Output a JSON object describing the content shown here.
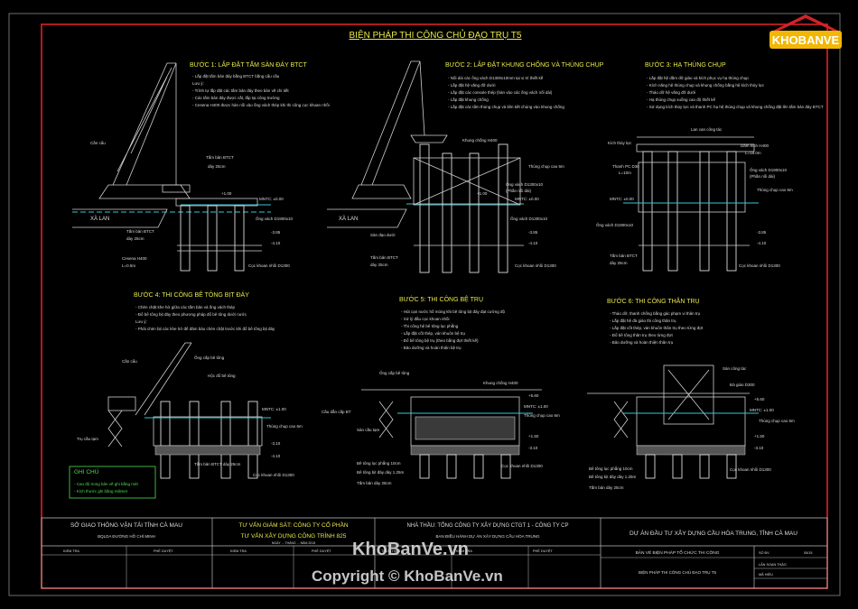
{
  "drawing": {
    "title": "BIỆN PHÁP THI CÔNG CHỦ ĐẠO TRỤ T5",
    "steps": [
      {
        "title": "BƯỚC 1: LẮP ĐẶT TẤM SÀN ĐÁY BTCT",
        "notes": [
          "- Lắp đặt tấm bản đáy bằng BTCT bằng cẩu cầu",
          "Lưu ý:",
          "- Trình tự lắp đặt các tấm bản đáy theo bản vẽ chi tiết",
          "- Các tấm bản đáy được cắt, lắp tại công trường",
          "- Cesena H400 được hàn nối vào ống vách thép khi thi công cọc khoan nhồi"
        ],
        "labels": [
          "Cần cẩu",
          "Tấm bản BTCT",
          "dày 25cm",
          "XÀ LAN",
          "Tấm bản BTCT",
          "dày 25cm",
          "Cesena H400",
          "L=0.5m",
          "Ống vách D1900x10",
          "MNTC: ±0.00",
          "Cọc khoan nhồi D1300",
          "+1.00",
          "-3.85",
          "-4.10"
        ]
      },
      {
        "title": "BƯỚC 2: LẮP ĐẶT KHUNG CHỐNG VÀ THÙNG CHỤP",
        "notes": [
          "- Nối dài các ống vách D1300x10mm tại vị trí thiết kế",
          "- Lắp đặt hệ văng đỡ dưới",
          "- Lắp đặt các console thép (hàn vào các ống vách nối dài)",
          "- Lắp đặt khung chống",
          "- Lắp đặt các tấm thùng chụp và liên kết chúng vào khung chống"
        ],
        "labels": [
          "Khung chống H400",
          "Thùng chụp cao 6m",
          "Ống vách D1300x10",
          "(Phần nối dài)",
          "Ống vách D1300x10",
          "Sàn đạo dưới",
          "Tấm bản BTCT",
          "dày 25cm",
          "Cọc khoan nhồi D1300",
          "XÀ LAN",
          "MNTC: ±0.00",
          "+1.00",
          "-3.85",
          "-4.10"
        ]
      },
      {
        "title": "BƯỚC 3: HẠ THÙNG CHỤP",
        "notes": [
          "- Lắp đặt hệ dầm đỡ giáo và kích phục vụ hạ thùng chụp",
          "- Kích năng hệ thùng chụp và khung chống bằng hệ kích thủy lực",
          "- Tháo dỡ hệ văng đỡ dưới",
          "- Hạ thùng chụp xuống cao độ thiết kế",
          "- Sử dụng kích thủy lực và thanh PC hạ hệ thùng chụp và khung chống đặt lên tấm bản đáy BTCT"
        ],
        "labels": [
          "Kích thủy lực",
          "Lan can công tác",
          "Dầm kích H400",
          "L=18.0m",
          "Thanh PC D36",
          "L=10m",
          "Ống vách D1900x10",
          "(Phần nối dài)",
          "Thùng chụp cao 6m",
          "Ống vách D1900x10",
          "Tấm bản BTCT",
          "dày 25cm",
          "Cọc khoan nhồi D1300",
          "MNTC: ±0.00",
          "-3.85",
          "-4.10"
        ]
      },
      {
        "title": "BƯỚC 4: THI CÔNG BÊ TÔNG BỊT ĐÁY",
        "notes": [
          "- Chèn chặt khe hở giữa các tấm bản và ống vách thép",
          "- Đổ bê tông bịt đáy theo phương pháp đổ bê tông dưới nước",
          "Lưu ý:",
          "- Phải chèn bịt các khe hở để đảm bảo chèn chặt trước khi đổ bê tông bịt đáy"
        ],
        "labels": [
          "Cần cẩu",
          "Ống cấp bê tông",
          "Hộc đổ bê tông",
          "MNTC: ±1.00",
          "Thùng chụp cao 6m",
          "Trụ cầu tạm",
          "Tấm bản BTCT dày 25cm",
          "Cọc khoan nhồi D1300",
          "-3.10",
          "-4.10"
        ]
      },
      {
        "title": "BƯỚC 5: THI CÔNG BỆ TRỤ",
        "notes": [
          "- Hút cạn nước hố móng khi bê tông bịt đáy đạt cường độ",
          "- Xử lý đầu cọc khoan nhồi",
          "- Thi công hệ bê tông lục phẳng",
          "- Lắp đặt cốt thép, ván khuôn bệ trụ",
          "- Đổ bê tông bệ trụ (theo bằng đợt thiết kế)",
          "- Bảo dưỡng và hoàn thiện bệ trụ"
        ],
        "labels": [
          "Ống cấp bê tông",
          "Cầu dẫn cấp BT",
          "Sàn cầu tạm",
          "Khung chống H400",
          "Thùng chụp cao 6m",
          "Bê tông lục phẳng 10cm",
          "Bê tông bịt đáy dày 1.25m",
          "Tấm bản dày 25cm",
          "Cọc khoan nhồi D1300",
          "MNTC: ±1.00",
          "+5.60",
          "+1.50",
          "-3.10"
        ]
      },
      {
        "title": "BƯỚC 6: THI CÔNG THÂN TRỤ",
        "notes": [
          "- Tháo dỡ, thanh chống bằng gác phạm vi thân trụ",
          "- Lắp đặt hệ đà giáo thi công thân trụ",
          "- Lắp đặt cốt thép, ván khuôn thân trụ theo từng đợt",
          "- Đổ bê tông thân trụ theo từng đợt",
          "- Bảo dưỡng và hoàn thiện thân trụ"
        ],
        "labels": [
          "Sàn công tác",
          "Đà giáo D300",
          "MNTC: ±1.00",
          "Thùng chụp cao 6m",
          "Bê tông lục phẳng 10cm",
          "Bê tông bịt đáy dày 1.25m",
          "Tấm bản dày 25cm",
          "Cọc khoan nhồi D1300",
          "+5.60",
          "+1.50",
          "-3.10"
        ]
      }
    ],
    "legend": {
      "title": "GHI CHÚ",
      "items": [
        "- Cao độ trong bản vẽ ghi bằng mét",
        "- Kích thước ghi bằng milimet"
      ]
    }
  },
  "title_block": {
    "owner": "SỞ GIAO THÔNG VẬN TẢI TỈNH CÀ MAU",
    "owner_sub": "BQLDA ĐƯỜNG HỒ CHÍ MINH",
    "consultant": "TƯ VẤN GIÁM SÁT: CÔNG TY CỔ PHẦN",
    "consultant_2": "TƯ VẤN XÂY DỰNG CÔNG TRÌNH 825",
    "contractor": "NHÀ THẦU: TỔNG CÔNG TY XÂY DỰNG CTGT 1 - CÔNG TY CP",
    "contractor_sub": "BAN ĐIỀU HÀNH DỰ ÁN XÂY DỰNG CẦU HÒA TRUNG",
    "project": "DỰ ÁN ĐẦU TƯ XÂY DỰNG CẦU HÒA TRUNG, TỈNH CÀ MAU",
    "sheet_title": "BẢN VẼ BIỆN PHÁP TỔ CHỨC THI CÔNG",
    "sheet_sub": "BIỆN PHÁP THI CÔNG CHỦ ĐẠO TRỤ T5",
    "date_label": "NGÀY ... THÁNG ... NĂM 2015",
    "cells": [
      "KIỂM TRA",
      "PHÊ DUYỆT",
      "KIỂM TRA",
      "PHÊ DUYỆT",
      "THỰC HIỆN",
      "KIỂM TRA",
      "PHÊ DUYỆT",
      "SỐ BV",
      "LẦN SOẠN THẢO",
      "MÃ HIỆU"
    ],
    "sheet_no": "05/15"
  },
  "watermark": {
    "logo_text": "KHOBANVE",
    "site": "KhoBanVe.vn",
    "copyright": "Copyright © KhoBanVe.vn"
  },
  "colors": {
    "frame": "#e02020",
    "text": "#dddddd",
    "title": "#e8e84a",
    "accent": "#4fdc4f",
    "water": "#36c6d6"
  }
}
